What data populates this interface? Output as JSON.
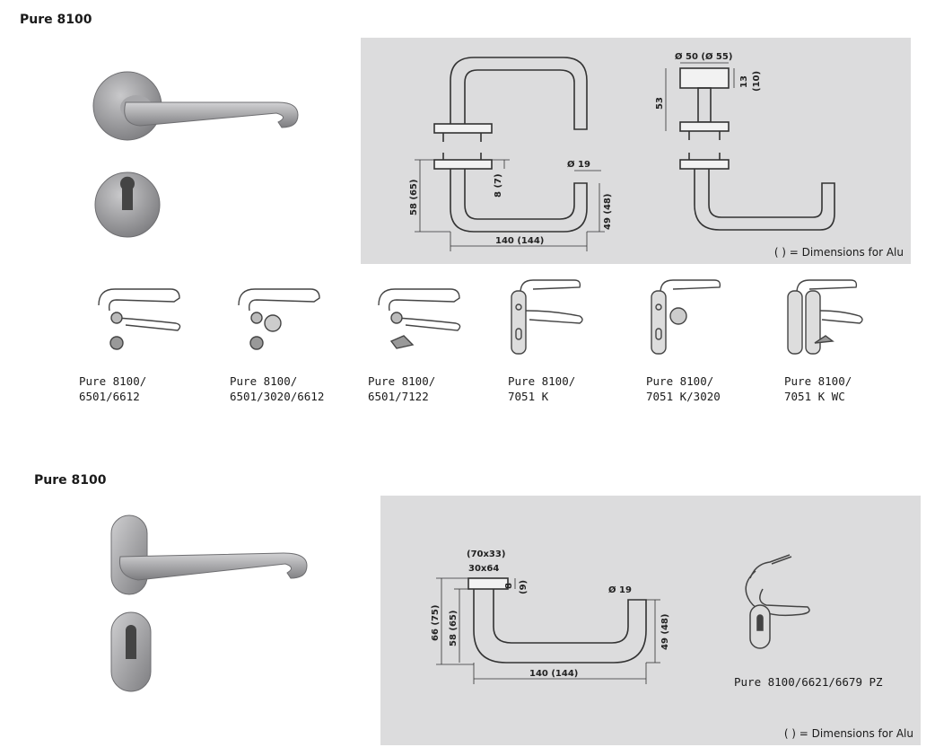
{
  "section1": {
    "title": "Pure 8100",
    "note": "( ) = Dimensions for Alu",
    "dims": {
      "top_dia": "Ø 50 (Ø 55)",
      "rose_h": "13",
      "rose_h_alu": "(10)",
      "spindle": "53",
      "grip_dia": "Ø 19",
      "height": "58 (65)",
      "rose_thick": "8 (7)",
      "drop": "49 (48)",
      "length": "140 (144)"
    },
    "variants": [
      {
        "line1": "Pure 8100/",
        "line2": "6501/6612"
      },
      {
        "line1": "Pure 8100/",
        "line2": "6501/3020/6612"
      },
      {
        "line1": "Pure 8100/",
        "line2": "6501/7122"
      },
      {
        "line1": "Pure 8100/",
        "line2": "7051 K"
      },
      {
        "line1": "Pure 8100/",
        "line2": "7051 K/3020"
      },
      {
        "line1": "Pure 8100/",
        "line2": "7051 K WC"
      }
    ]
  },
  "section2": {
    "title": "Pure 8100",
    "note": "( ) = Dimensions for Alu",
    "caption": "Pure 8100/6621/6679 PZ",
    "dims": {
      "rose_alu": "(70x33)",
      "rose": "30x64",
      "rose_thick": "8",
      "rose_thick_alu": "(9)",
      "grip_dia": "Ø 19",
      "outer_h": "66 (75)",
      "height": "58 (65)",
      "drop": "49 (48)",
      "length": "140 (144)"
    }
  },
  "colors": {
    "panel": "#dcdcdd",
    "metal": "#9a9a9c",
    "line": "#333333"
  }
}
